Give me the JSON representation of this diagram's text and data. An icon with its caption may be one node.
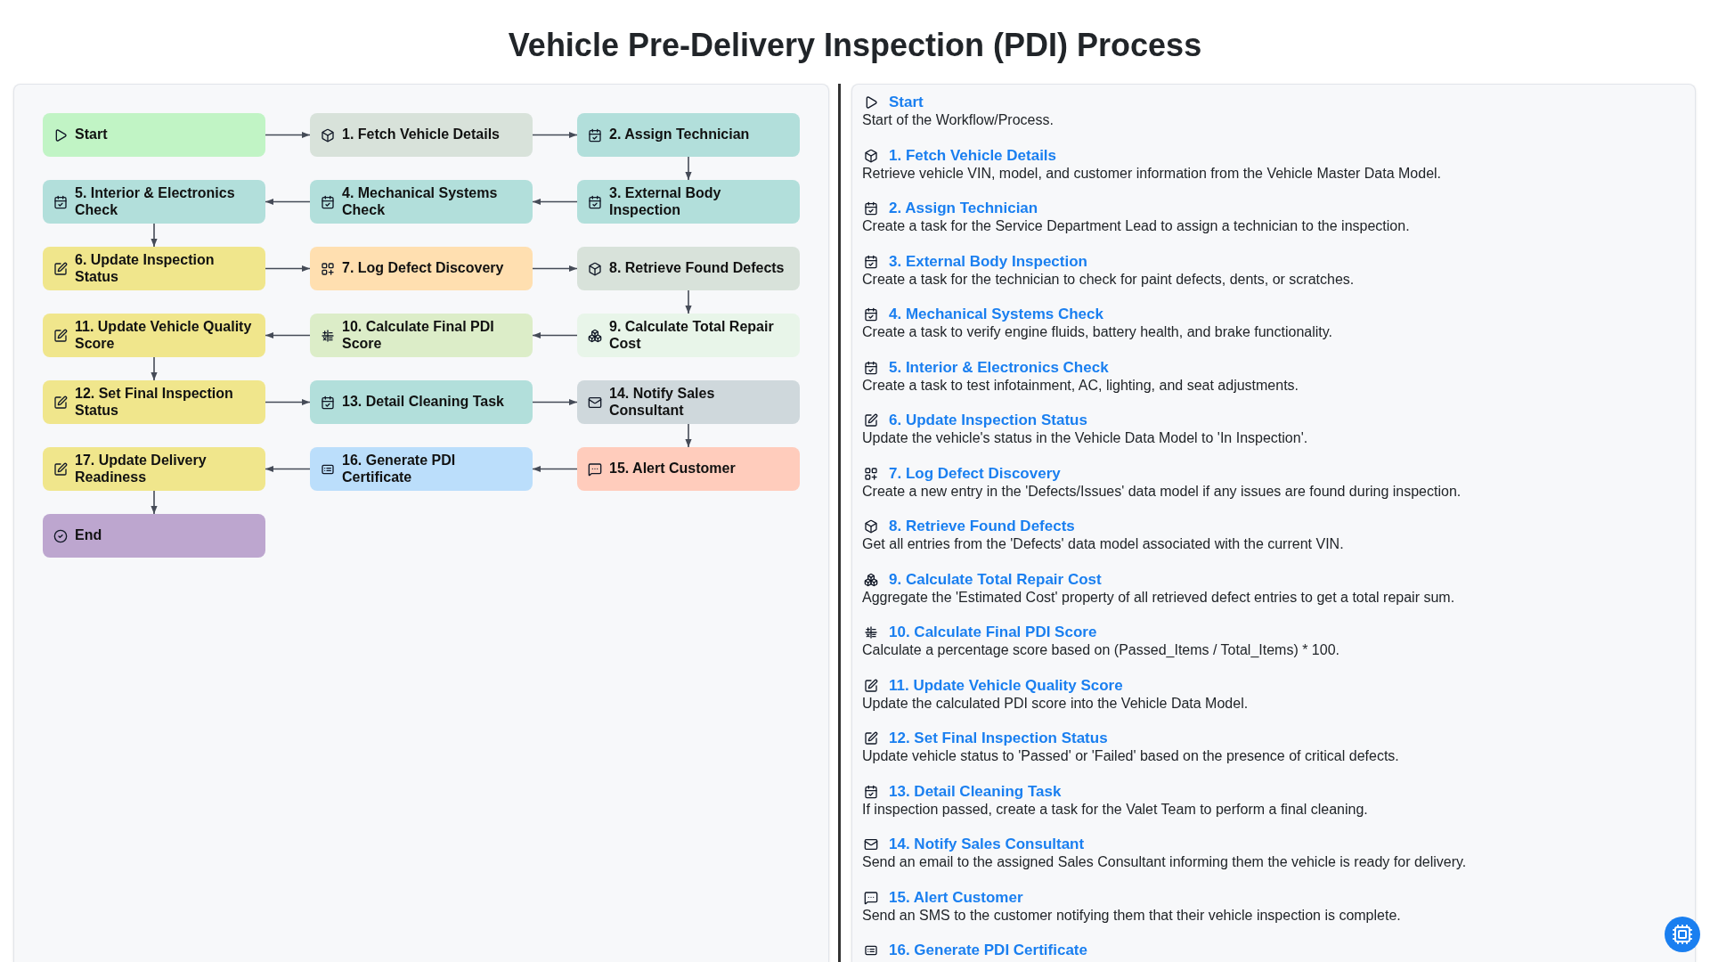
{
  "diagram": {
    "title": "Vehicle Pre-Delivery Inspection (PDI) Process",
    "nodes": [
      {
        "text": [
          "Start"
        ]
      },
      {
        "text": [
          "1. Fetch Vehicle Details"
        ]
      },
      {
        "text": [
          "2. Assign Technician"
        ]
      },
      {
        "text": [
          "3. External Body Inspection"
        ]
      },
      {
        "text": [
          "4. Mechanical Systems Check"
        ]
      },
      {
        "text": [
          "5. Interior & Electronics Check"
        ]
      },
      {
        "text": [
          "6. Update Inspection Status"
        ]
      },
      {
        "text": [
          "7. Log Defect Discovery"
        ]
      },
      {
        "text": [
          "8. Retrieve Found Defects"
        ]
      },
      {
        "text": [
          "9. Calculate Total Repair Cost"
        ]
      },
      {
        "text": [
          "10. Calculate Final PDI Score"
        ]
      },
      {
        "text": [
          "11. Update Vehicle Quality Score"
        ]
      },
      {
        "text": [
          "12. Set Final Inspection Status"
        ]
      },
      {
        "text": [
          "13. Detail Cleaning Task"
        ]
      },
      {
        "text": [
          "14. Notify Sales Consultant"
        ]
      },
      {
        "text": [
          "15. Alert Customer"
        ]
      },
      {
        "text": [
          "16. Generate PDI Certificate"
        ]
      },
      {
        "text": [
          "17. Update Delivery Readiness"
        ]
      },
      {
        "text": [
          "End"
        ]
      }
    ],
    "edges": [
      {
        "from": 0,
        "to": 1,
        "arrow": "to"
      },
      {
        "from": 1,
        "to": 2,
        "arrow": "to"
      },
      {
        "from": 2,
        "to": 3,
        "arrow": "to"
      },
      {
        "from": 3,
        "to": 4,
        "arrow": "to"
      },
      {
        "from": 4,
        "to": 5,
        "arrow": "to"
      },
      {
        "from": 5,
        "to": 6,
        "arrow": "to"
      },
      {
        "from": 6,
        "to": 7,
        "arrow": "to"
      },
      {
        "from": 7,
        "to": 8,
        "arrow": "to"
      },
      {
        "from": 8,
        "to": 9,
        "arrow": "to"
      },
      {
        "from": 9,
        "to": 10,
        "arrow": "to"
      },
      {
        "from": 10,
        "to": 11,
        "arrow": "to"
      },
      {
        "from": 11,
        "to": 12,
        "arrow": "to"
      },
      {
        "from": 12,
        "to": 13,
        "arrow": "to"
      },
      {
        "from": 13,
        "to": 14,
        "arrow": "to"
      },
      {
        "from": 14,
        "to": 15,
        "arrow": "to"
      },
      {
        "from": 15,
        "to": 16,
        "arrow": "to"
      },
      {
        "from": 16,
        "to": 17,
        "arrow": "to"
      },
      {
        "from": 17,
        "to": 18,
        "arrow": "to"
      }
    ],
    "labels": [
      "Start",
      "Start of the Workflow/Process.",
      "1. Fetch Vehicle Details",
      "Retrieve vehicle VIN, model, and customer information from the Vehicle Master Data Model.",
      "2. Assign Technician",
      "Create a task for the Service Department Lead to assign a technician to the inspection.",
      "3. External Body Inspection",
      "Create a task for the technician to check for paint defects, dents, or scratches.",
      "4. Mechanical Systems Check",
      "Create a task to verify engine fluids, battery health, and brake functionality.",
      "5. Interior & Electronics Check",
      "Create a task to test infotainment, AC, lighting, and seat adjustments.",
      "6. Update Inspection Status",
      "Update the vehicle's status in the Vehicle Data Model to 'In Inspection'.",
      "7. Log Defect Discovery",
      "Create a new entry in the 'Defects/Issues' data model if any issues are found during inspection.",
      "8. Retrieve Found Defects",
      "Get all entries from the 'Defects' data model associated with the current VIN.",
      "9. Calculate Total Repair Cost",
      "Aggregate the 'Estimated Cost' property of all retrieved defect entries to get a total repair sum.",
      "10. Calculate Final PDI Score",
      "Calculate a percentage score based on (Passed_Items / Total_Items) * 100.",
      "11. Update Vehicle Quality Score",
      "Update the calculated PDI score into the Vehicle Data Model.",
      "12. Set Final Inspection Status",
      "Update vehicle status to 'Passed' or 'Failed' based on the presence of critical defects.",
      "13. Detail Cleaning Task",
      "If inspection passed, create a task for the Valet Team to perform a final cleaning.",
      "14. Notify Sales Consultant",
      "Send an email to the assigned Sales Consultant informing them the vehicle is ready for delivery.",
      "15. Alert Customer",
      "Send an SMS to the customer notifying them that their vehicle inspection is complete.",
      "16. Generate PDI Certificate"
    ]
  }
}
